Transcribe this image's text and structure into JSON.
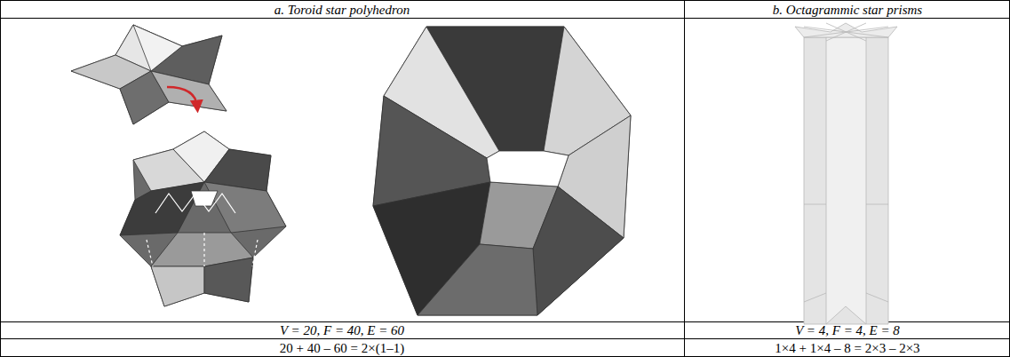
{
  "diagram": {
    "labels": [
      "a. Toroid star polyhedron",
      "b. Octagrammic star prisms",
      "V = 20, F = 40, E = 60",
      "V = 4, F = 4, E = 8",
      "20 + 40 – 60 = 2×(1–1)",
      "1×4 + 1×4 – 8 = 2×3 – 2×3"
    ]
  }
}
